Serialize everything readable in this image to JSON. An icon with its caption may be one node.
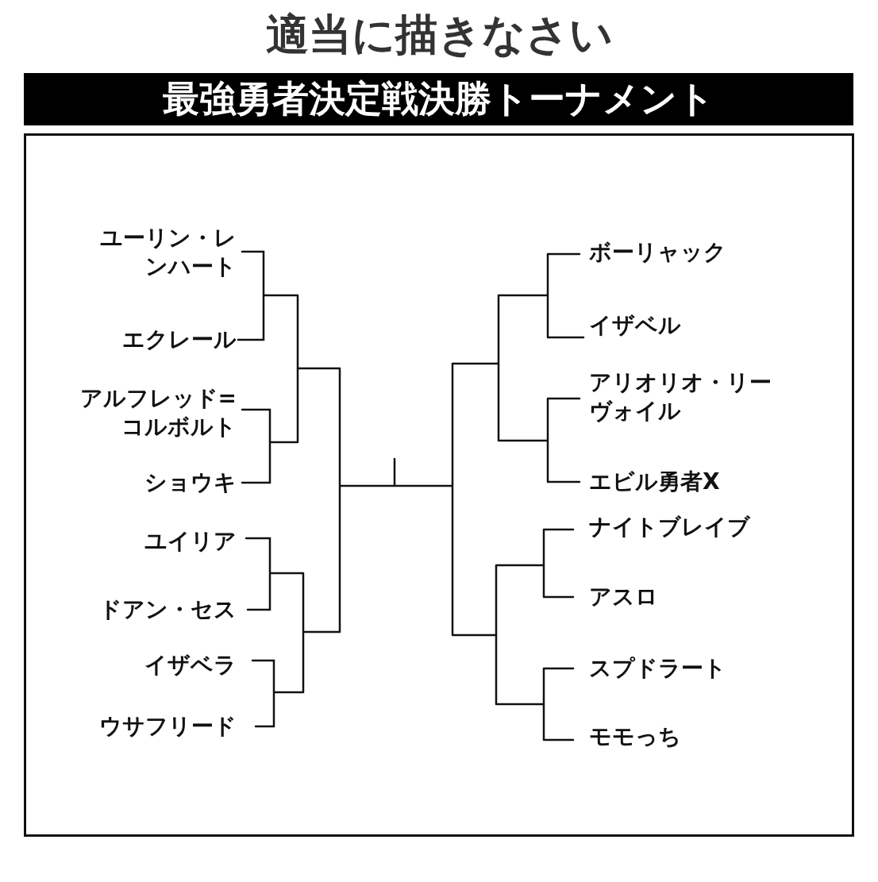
{
  "diagram": {
    "title": "適当に描きなさい",
    "nodes": [
      {
        "text": [
          "最強勇者決定戦決勝トーナメント"
        ]
      }
    ],
    "labels": [
      "ユーリン・レンハート",
      "エクレール",
      "アルフレッド=コルボルト",
      "ショウキ",
      "ユイリア",
      "ドアン・セス",
      "イザベラ",
      "ウサフリード",
      "ボーリャック",
      "イザベル",
      "アリオリオ・リーヴォイル",
      "エビル勇者X",
      "ナイトブレイブ",
      "アスロ",
      "スプドラート",
      "モモっち"
    ]
  }
}
